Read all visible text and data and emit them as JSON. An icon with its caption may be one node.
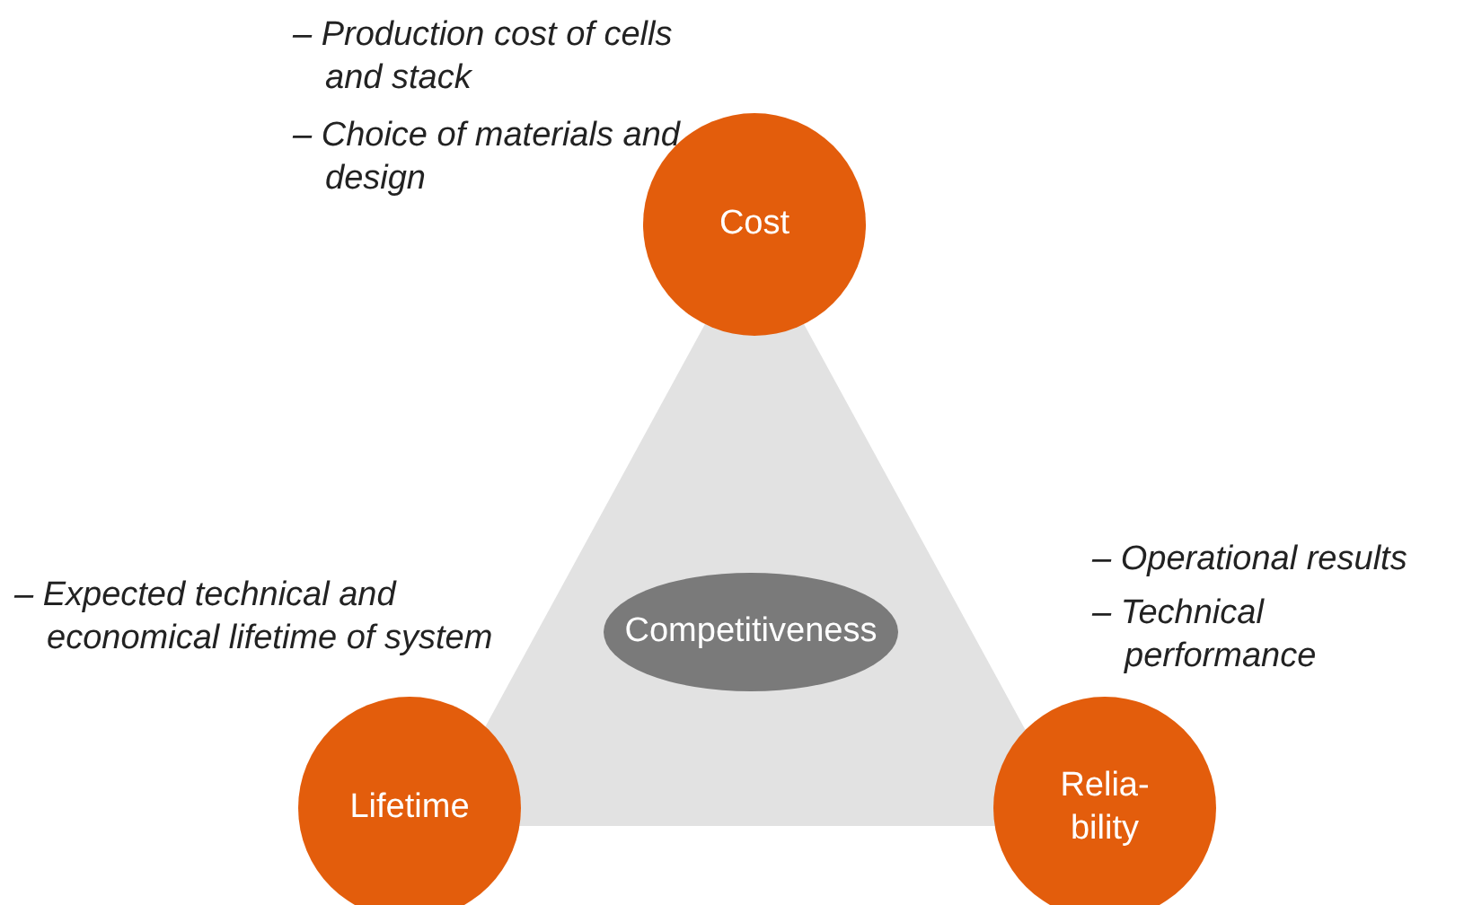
{
  "diagram": {
    "nodes": [
      {
        "text": [
          "Cost"
        ],
        "beside": [
          "– Production cost of cells and stack",
          "– Choice of materials and design"
        ]
      },
      {
        "text": [],
        "shape": "triangle"
      },
      {
        "text": [
          "Competitiveness"
        ],
        "in": 1
      },
      {
        "text": [
          "Lifetime"
        ],
        "beside": [
          "– Expected technical and economical lifetime of system"
        ]
      },
      {
        "text": [
          "Relia- bility"
        ],
        "beside": [
          "– Operational results",
          "– Technical performance"
        ]
      }
    ]
  }
}
